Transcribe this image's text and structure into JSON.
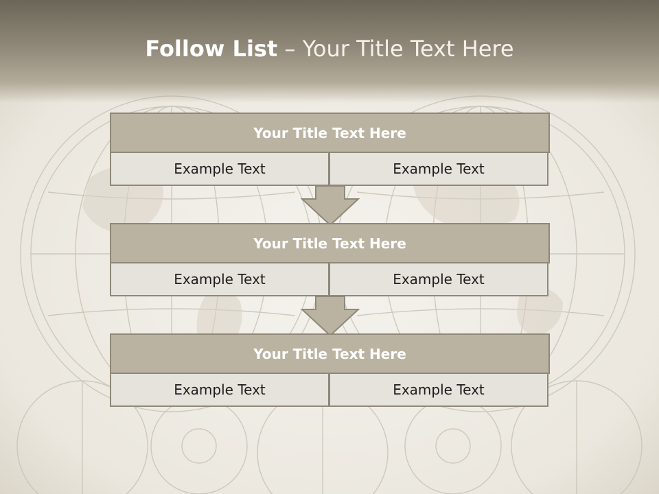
{
  "slide": {
    "title_bold": "Follow List",
    "title_rest": " – Your Title Text Here"
  },
  "steps": [
    {
      "title": "Your Title Text Here",
      "left": "Example Text",
      "right": "Example Text"
    },
    {
      "title": "Your Title Text Here",
      "left": "Example Text",
      "right": "Example Text"
    },
    {
      "title": "Your Title Text Here",
      "left": "Example Text",
      "right": "Example Text"
    }
  ],
  "colors": {
    "header_band": "#8f8878",
    "step_header": "#bbb3a2",
    "step_cell": "#e6e3dd",
    "border": "#8f8878",
    "arrow": "#bbb3a2"
  }
}
